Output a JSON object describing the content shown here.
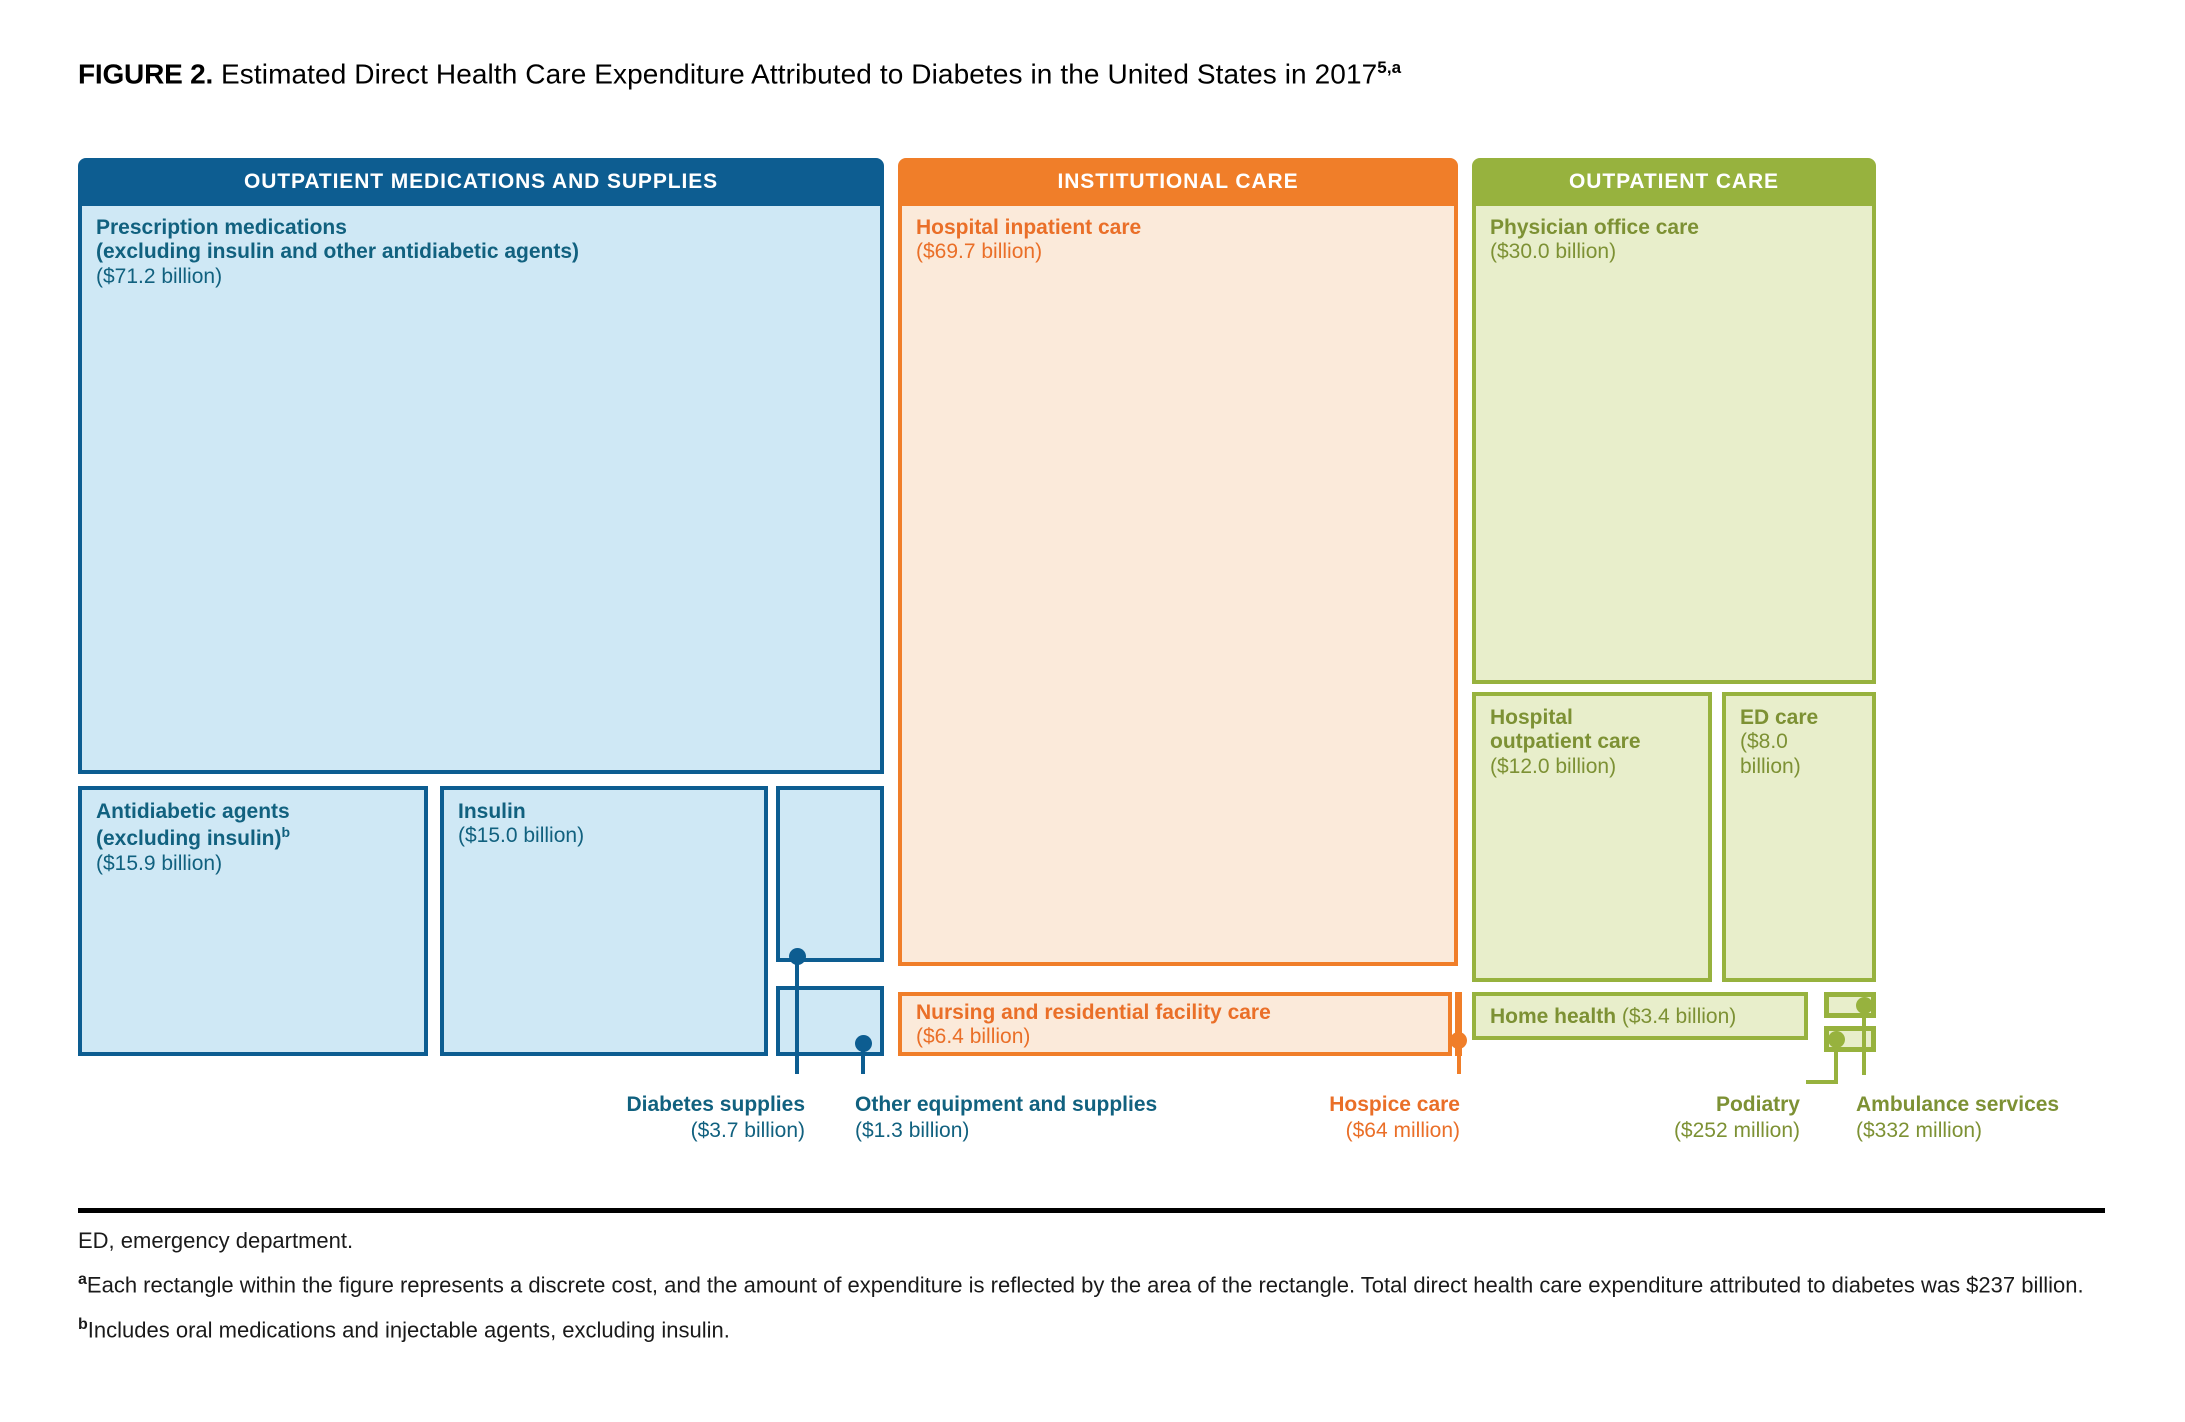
{
  "title": {
    "label": "FIGURE 2.",
    "text": " Estimated Direct Health Care Expenditure Attributed to Diabetes in the United States in 2017",
    "superscript": "5,a"
  },
  "colors": {
    "blue_header": "#0d5d91",
    "blue_fill": "#cfe8f5",
    "blue_text": "#11617f",
    "orange_header": "#f07e29",
    "orange_fill": "#fbeada",
    "orange_text": "#ea6f28",
    "green_header": "#97b23e",
    "green_fill": "#e8eecb",
    "green_text": "#7d9134"
  },
  "groups": {
    "outpatient_medications": {
      "header": "OUTPATIENT MEDICATIONS AND SUPPLIES"
    },
    "institutional_care": {
      "header": "INSTITUTIONAL CARE"
    },
    "outpatient_care": {
      "header": "OUTPATIENT CARE"
    }
  },
  "boxes": {
    "prescription_medications": {
      "title_line1": "Prescription medications",
      "title_line2": "(excluding insulin and other antidiabetic agents)",
      "amount": "($71.2 billion)"
    },
    "antidiabetic_agents": {
      "title_line1": "Antidiabetic agents",
      "title_line2": "(excluding insulin)",
      "title_sup": "b",
      "amount": "($15.9 billion)"
    },
    "insulin": {
      "title": "Insulin",
      "amount": "($15.0 billion)"
    },
    "diabetes_supplies": {
      "title": "Diabetes supplies",
      "amount": "($3.7 billion)"
    },
    "other_equipment": {
      "title": "Other equipment and supplies",
      "amount": "($1.3 billion)"
    },
    "hospital_inpatient": {
      "title": "Hospital inpatient care",
      "amount": "($69.7 billion)"
    },
    "nursing_residential": {
      "title": "Nursing and residential facility care",
      "amount": "($6.4 billion)"
    },
    "hospice_care": {
      "title": "Hospice care",
      "amount": "($64 million)"
    },
    "physician_office": {
      "title": "Physician office care",
      "amount": "($30.0 billion)"
    },
    "hospital_outpatient": {
      "title_line1": "Hospital",
      "title_line2": "outpatient care",
      "amount": "($12.0 billion)"
    },
    "ed_care": {
      "title": "ED care",
      "amount_line1": "($8.0",
      "amount_line2": "billion)"
    },
    "home_health": {
      "title": "Home health ",
      "amount": "($3.4 billion)"
    },
    "podiatry": {
      "title": "Podiatry",
      "amount": "($252 million)"
    },
    "ambulance_services": {
      "title": "Ambulance services",
      "amount": "($332 million)"
    }
  },
  "footnotes": {
    "abbreviation": "ED, emergency department.",
    "note_a_marker": "a",
    "note_a": "Each rectangle within the figure represents a discrete cost, and the amount of expenditure is reflected by the area of the rectangle. Total direct health care expenditure attributed to diabetes was $237 billion.",
    "note_b_marker": "b",
    "note_b": "Includes oral medications and injectable agents, excluding insulin."
  },
  "chart_data": {
    "type": "treemap",
    "title": "Estimated Direct Health Care Expenditure Attributed to Diabetes in the United States in 2017",
    "total": "$237 billion",
    "units": "USD",
    "groups": [
      {
        "name": "Outpatient medications and supplies",
        "color": "#0d5d91",
        "items": [
          {
            "label": "Prescription medications (excluding insulin and other antidiabetic agents)",
            "value": 71.2,
            "unit": "billion"
          },
          {
            "label": "Antidiabetic agents (excluding insulin)",
            "value": 15.9,
            "unit": "billion"
          },
          {
            "label": "Insulin",
            "value": 15.0,
            "unit": "billion"
          },
          {
            "label": "Diabetes supplies",
            "value": 3.7,
            "unit": "billion"
          },
          {
            "label": "Other equipment and supplies",
            "value": 1.3,
            "unit": "billion"
          }
        ]
      },
      {
        "name": "Institutional care",
        "color": "#f07e29",
        "items": [
          {
            "label": "Hospital inpatient care",
            "value": 69.7,
            "unit": "billion"
          },
          {
            "label": "Nursing and residential facility care",
            "value": 6.4,
            "unit": "billion"
          },
          {
            "label": "Hospice care",
            "value": 0.064,
            "unit": "billion"
          }
        ]
      },
      {
        "name": "Outpatient care",
        "color": "#97b23e",
        "items": [
          {
            "label": "Physician office care",
            "value": 30.0,
            "unit": "billion"
          },
          {
            "label": "Hospital outpatient care",
            "value": 12.0,
            "unit": "billion"
          },
          {
            "label": "ED care",
            "value": 8.0,
            "unit": "billion"
          },
          {
            "label": "Home health",
            "value": 3.4,
            "unit": "billion"
          },
          {
            "label": "Ambulance services",
            "value": 0.332,
            "unit": "billion"
          },
          {
            "label": "Podiatry",
            "value": 0.252,
            "unit": "billion"
          }
        ]
      }
    ]
  }
}
